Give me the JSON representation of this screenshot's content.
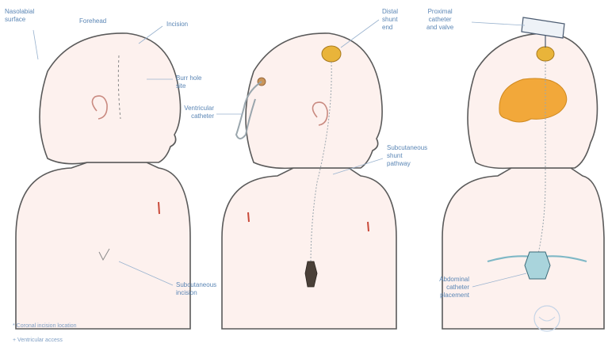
{
  "colors": {
    "outline": "#5a5a5a",
    "skin": "#fdf1ee",
    "label_text": "#5b86b5",
    "leader": "#9ab3cf",
    "shunt_yellow": "#e9b43a",
    "brain_orange": "#f2a83a",
    "tube": "#9aa6ad",
    "abdominal_tube": "#7fb8c6",
    "incision_red": "#c94a3a"
  },
  "panels": [
    {
      "id": "panel-1",
      "labels": [
        {
          "key": "lbl1a",
          "text": "Nasolabial\nsurface"
        },
        {
          "key": "lbl1b",
          "text": "Forehead"
        },
        {
          "key": "lbl1c",
          "text": "Incision"
        },
        {
          "key": "lbl1d",
          "text": "Burr hole\nsite"
        },
        {
          "key": "lbl1e",
          "text": "Subcutaneous\nincision"
        }
      ]
    },
    {
      "id": "panel-2",
      "labels": [
        {
          "key": "lbl2a",
          "text": "Distal\nshunt\nend"
        },
        {
          "key": "lbl2b",
          "text": "Ventricular\ncatheter"
        },
        {
          "key": "lbl2c",
          "text": "Subcutaneous\nshunt\npathway"
        }
      ]
    },
    {
      "id": "panel-3",
      "labels": [
        {
          "key": "lbl3a",
          "text": "Proximal\ncatheter\nand valve"
        },
        {
          "key": "lbl3b",
          "text": "Abdominal\ncatheter\nplacement"
        }
      ]
    }
  ],
  "footnote": {
    "line1": "* Coronal incision location",
    "line2": "+ Ventricular access"
  },
  "icons": {
    "corner_logo": "seal-icon"
  }
}
